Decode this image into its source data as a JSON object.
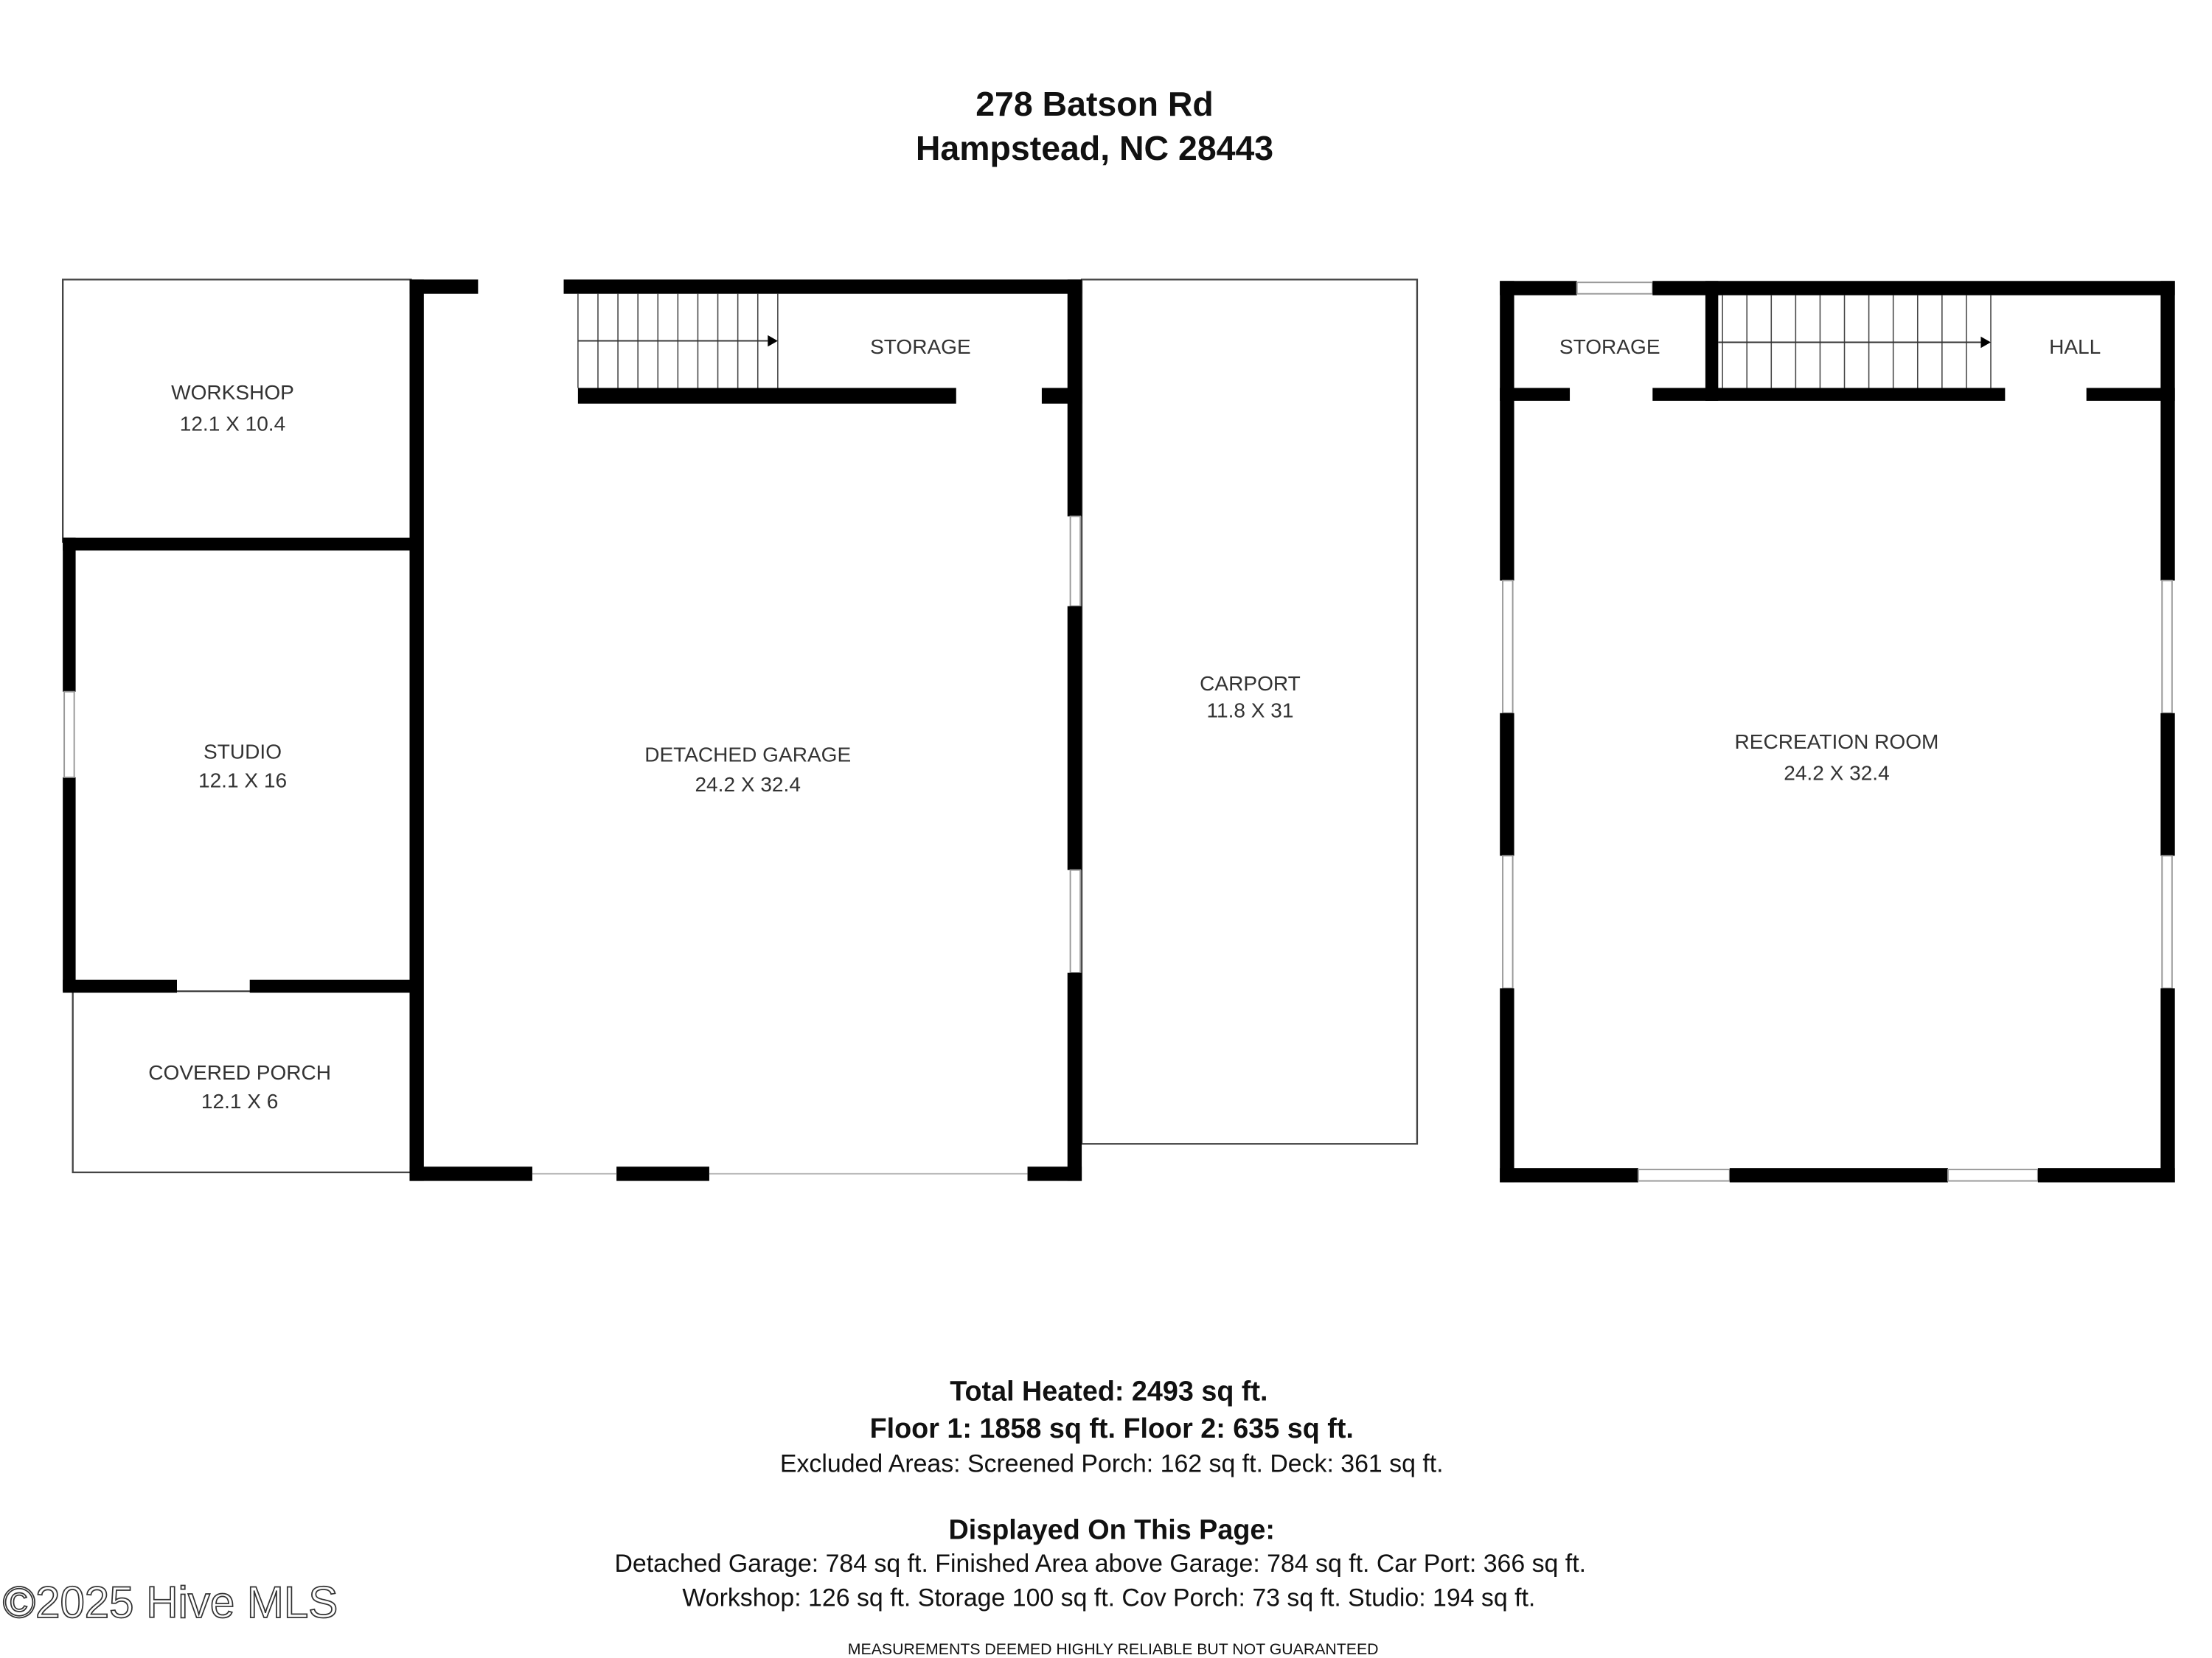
{
  "header": {
    "address_line1": "278 Batson Rd",
    "address_line2": "Hampstead, NC 28443"
  },
  "floor1": {
    "rooms": [
      {
        "name": "WORKSHOP",
        "dims": "12.1 X 10.4"
      },
      {
        "name": "STUDIO",
        "dims": "12.1 X 16"
      },
      {
        "name": "COVERED PORCH",
        "dims": "12.1 X 6"
      },
      {
        "name": "DETACHED GARAGE",
        "dims": "24.2 X 32.4"
      },
      {
        "name": "STORAGE"
      },
      {
        "name": "CARPORT",
        "dims": "11.8 X 31"
      }
    ]
  },
  "floor2": {
    "rooms": [
      {
        "name": "STORAGE"
      },
      {
        "name": "HALL"
      },
      {
        "name": "RECREATION ROOM",
        "dims": "24.2 X 32.4"
      }
    ]
  },
  "summary": {
    "total_heated": "Total Heated: 2493 sq ft.",
    "floors": "Floor 1: 1858 sq ft. Floor 2: 635 sq ft.",
    "excluded": "Excluded Areas: Screened Porch: 162 sq ft. Deck: 361 sq ft.",
    "displayed_heading": "Displayed On This Page:",
    "displayed_line1": "Detached Garage: 784 sq ft. Finished Area above Garage: 784 sq ft. Car Port: 366 sq ft.",
    "displayed_line2": "Workshop: 126 sq ft. Storage 100 sq ft. Cov Porch: 73 sq ft. Studio: 194 sq ft.",
    "disclaimer": "MEASUREMENTS DEEMED HIGHLY RELIABLE BUT NOT GUARANTEED"
  },
  "watermark": "©2025 Hive MLS"
}
